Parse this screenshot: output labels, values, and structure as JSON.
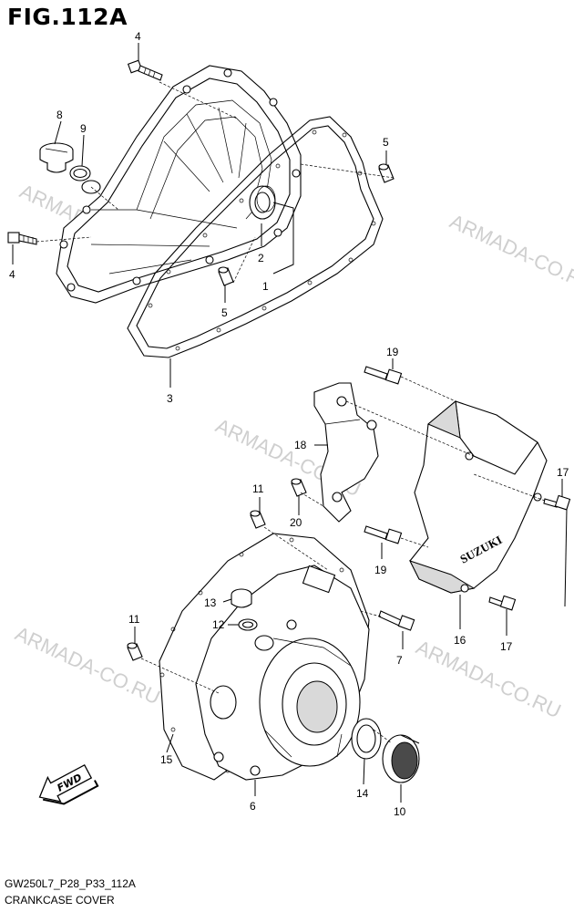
{
  "figure": {
    "title": "FIG.112A",
    "model_code": "GW250L7_P28_P33_112A",
    "caption": "CRANKCASE COVER"
  },
  "watermark": {
    "text": "ARMADA-CO.RU"
  },
  "fwd_badge": {
    "label": "FWD"
  },
  "callouts": [
    "1",
    "2",
    "3",
    "4",
    "4",
    "5",
    "5",
    "6",
    "7",
    "8",
    "9",
    "10",
    "11",
    "11",
    "12",
    "13",
    "14",
    "15",
    "16",
    "17",
    "17",
    "18",
    "19",
    "19",
    "20"
  ],
  "nameplate": {
    "text": "SUZUKI"
  },
  "colors": {
    "line": "#000000",
    "watermark": "#cfcfcf",
    "background": "#ffffff",
    "shade": "#d9d9d9"
  }
}
